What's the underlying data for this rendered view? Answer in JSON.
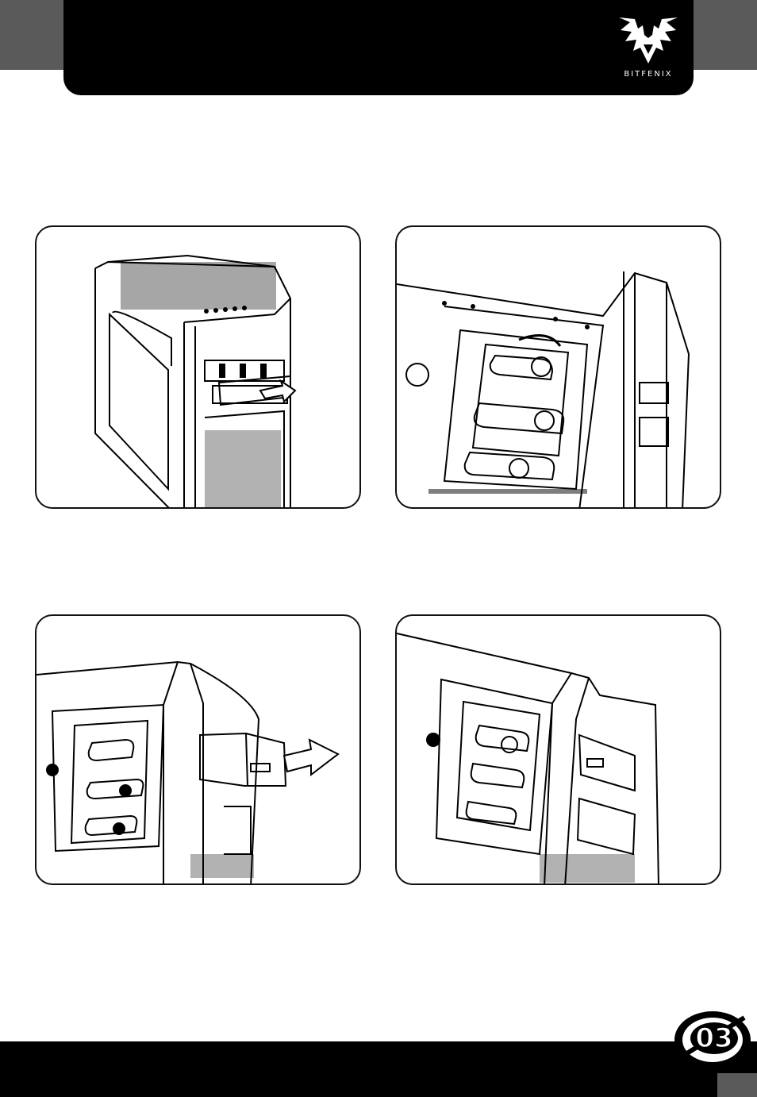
{
  "header": {
    "brand_wordmark": "BITFENIX"
  },
  "panels": [
    {
      "id": "step-1",
      "icon": "remove-bay-cover-illustration"
    },
    {
      "id": "step-2",
      "icon": "rotate-tool-less-latch-illustration"
    },
    {
      "id": "step-3",
      "icon": "insert-odd-drive-illustration"
    },
    {
      "id": "step-4",
      "icon": "lock-latch-illustration"
    }
  ],
  "footer": {
    "page_number": "03"
  }
}
